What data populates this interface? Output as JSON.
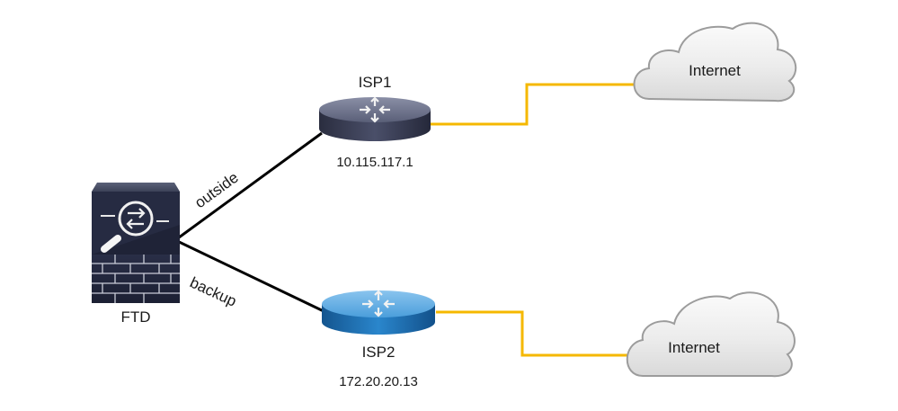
{
  "diagram": {
    "nodes": {
      "ftd": {
        "label": "FTD",
        "type": "firewall"
      },
      "isp1": {
        "label": "ISP1",
        "ip": "10.115.117.1",
        "type": "router",
        "color": "#3b3f55"
      },
      "isp2": {
        "label": "ISP2",
        "ip": "172.20.20.13",
        "type": "router",
        "color": "#1f6fb5"
      },
      "internet1": {
        "label": "Internet",
        "type": "cloud"
      },
      "internet2": {
        "label": "Internet",
        "type": "cloud"
      }
    },
    "links": {
      "outside": {
        "label": "outside",
        "from": "FTD",
        "to": "ISP1",
        "color": "#000000"
      },
      "backup": {
        "label": "backup",
        "from": "FTD",
        "to": "ISP2",
        "color": "#000000"
      },
      "isp1_internet": {
        "from": "ISP1",
        "to": "Internet",
        "color": "#f5b800"
      },
      "isp2_internet": {
        "from": "ISP2",
        "to": "Internet",
        "color": "#f5b800"
      }
    }
  }
}
